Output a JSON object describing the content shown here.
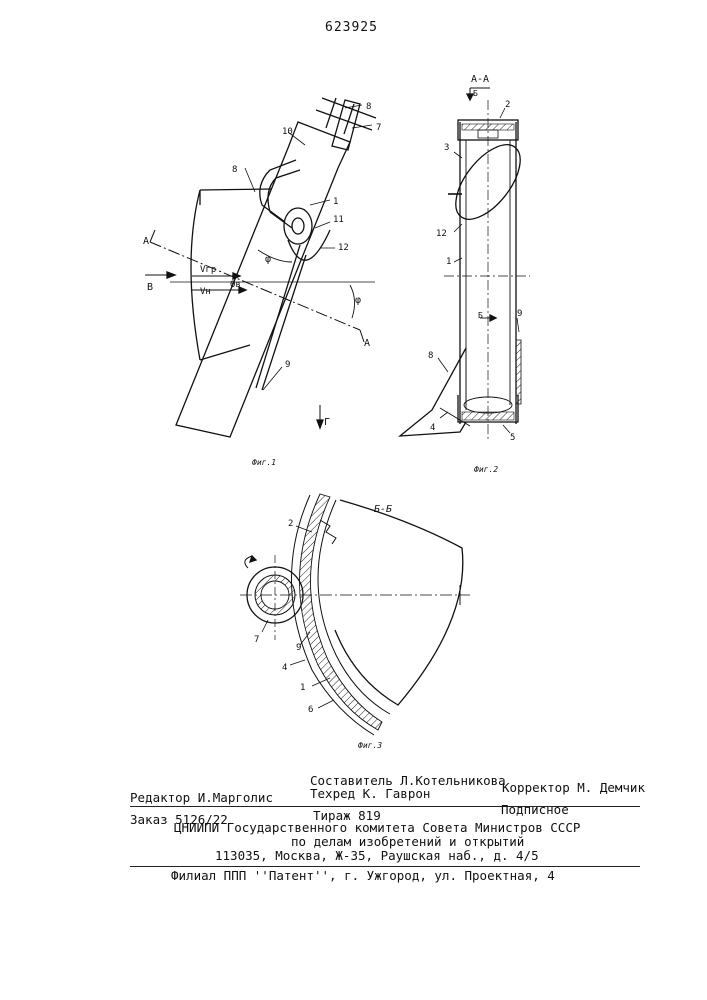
{
  "header": {
    "patent_number": "623925"
  },
  "figures": {
    "fig1": {
      "caption": "Фиг.1",
      "section_mark": "А",
      "arrow_v": "В",
      "arrow_g": "Г",
      "velocity_ep": "Vгр",
      "velocity_n": "Vн",
      "angle_theta": "Θв",
      "angle_phi": "φ",
      "parts": [
        "1",
        "7",
        "8",
        "8",
        "9",
        "10",
        "11",
        "12"
      ]
    },
    "fig2": {
      "caption": "Фиг.2",
      "section_title": "А-А",
      "section_mark": "Б",
      "parts": [
        "1",
        "2",
        "3",
        "4",
        "5",
        "8",
        "9",
        "12"
      ]
    },
    "fig3": {
      "caption": "Фиг.3",
      "section_title": "Б-Б",
      "parts": [
        "1",
        "2",
        "4",
        "6",
        "7",
        "9"
      ]
    }
  },
  "imprint": {
    "editor": "Редактор И.Марголис",
    "compiler": "Составитель Л.Котельникова",
    "tech_editor": "Техред К. Гаврон",
    "corrector": "Корректор М. Демчик",
    "order": "Заказ 5126/22",
    "circulation": "Тираж 819",
    "subscription": "Подписное",
    "org_line1": "ЦНИИПИ Государственного комитета Совета Министров СССР",
    "org_line2": "по делам изобретений и открытий",
    "address": "113035, Москва, Ж-35, Раушская наб., д. 4/5",
    "branch": "Филиал ППП ''Патент'', г. Ужгород, ул. Проектная, 4"
  }
}
